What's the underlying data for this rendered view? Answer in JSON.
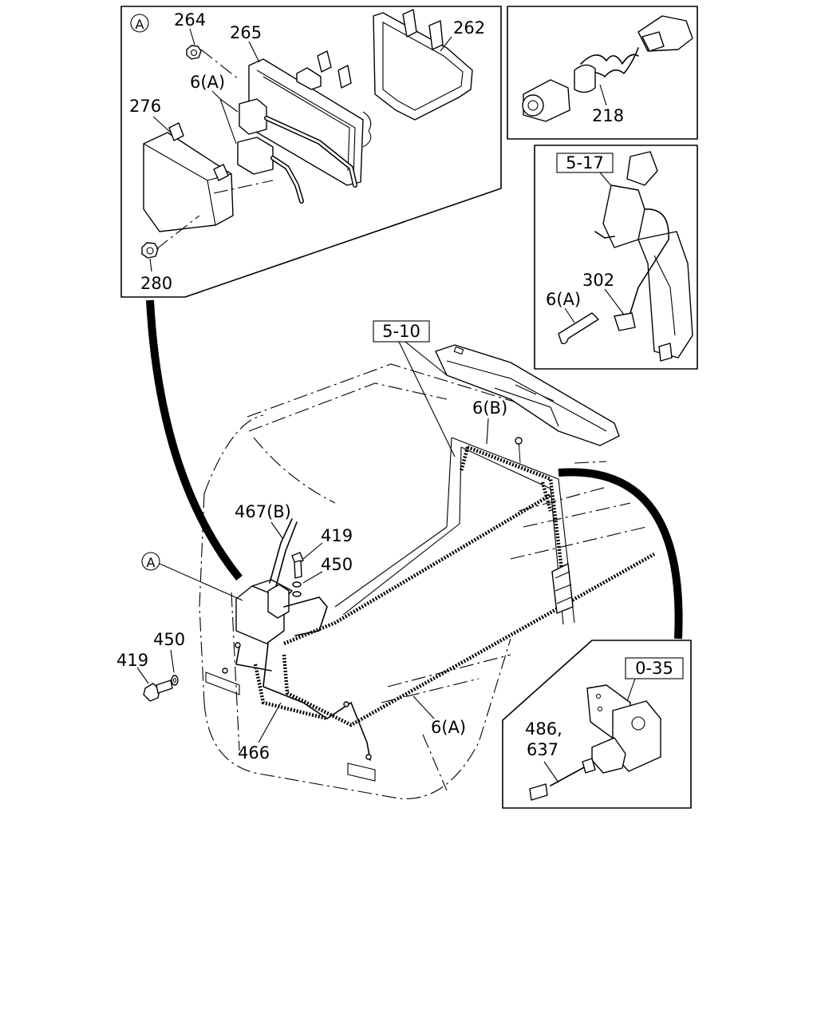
{
  "callouts": {
    "circle_a_top": "A",
    "circle_a_main": "A",
    "p264": "264",
    "p265": "265",
    "p262": "262",
    "p6a_top": "6(A)",
    "p276": "276",
    "p280": "280",
    "p218": "218",
    "p302": "302",
    "p6a_right": "6(A)",
    "p6b": "6(B)",
    "p467b": "467(B)",
    "p419_upper": "419",
    "p450_upper": "450",
    "p450_lower": "450",
    "p419_lower": "419",
    "p466": "466",
    "p6a_bottom": "6(A)",
    "p486": "486,",
    "p637": "637"
  },
  "boxed_refs": {
    "ref_5_17": "5-17",
    "ref_5_10": "5-10",
    "ref_0_35": "0-35"
  }
}
